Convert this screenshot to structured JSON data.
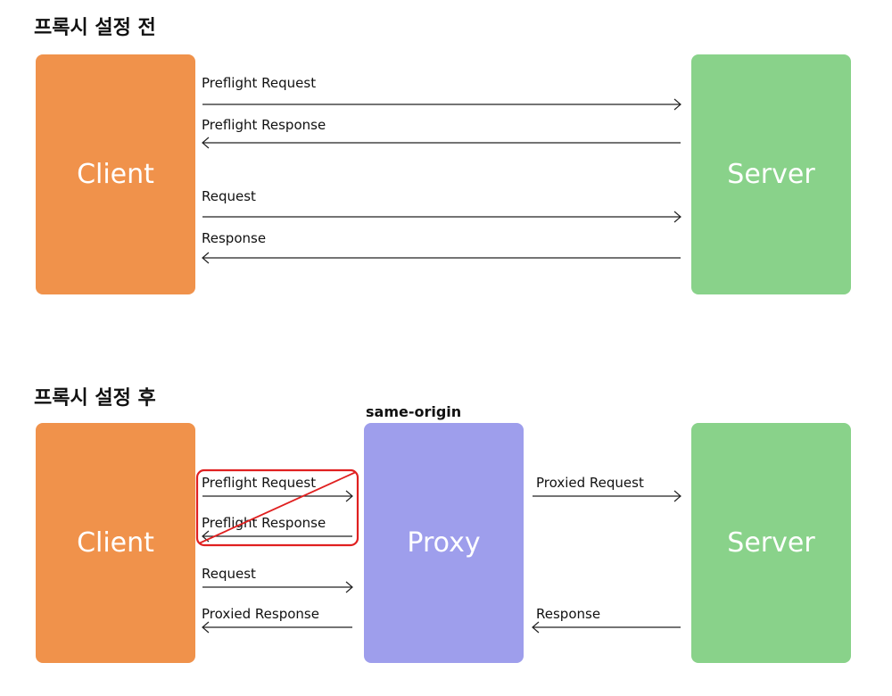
{
  "colors": {
    "client": "#f0924b",
    "server": "#89d28a",
    "proxy": "#9e9eec",
    "highlight": "#e02020",
    "line": "#222222"
  },
  "before": {
    "heading": "프록시 설정 전",
    "client_label": "Client",
    "server_label": "Server",
    "arrows": [
      {
        "label": "Preflight Request",
        "direction": "right"
      },
      {
        "label": "Preflight Response",
        "direction": "left"
      },
      {
        "label": "Request",
        "direction": "right"
      },
      {
        "label": "Response",
        "direction": "left"
      }
    ]
  },
  "after": {
    "heading": "프록시 설정 후",
    "client_label": "Client",
    "proxy_label": "Proxy",
    "proxy_caption": "same-origin",
    "server_label": "Server",
    "left_arrows": [
      {
        "label": "Preflight Request",
        "direction": "right",
        "crossed_out": true
      },
      {
        "label": "Preflight Response",
        "direction": "left",
        "crossed_out": true
      },
      {
        "label": "Request",
        "direction": "right"
      },
      {
        "label": "Proxied Response",
        "direction": "left"
      }
    ],
    "right_arrows": [
      {
        "label": "Proxied Request",
        "direction": "right"
      },
      {
        "label": "Response",
        "direction": "left"
      }
    ]
  }
}
